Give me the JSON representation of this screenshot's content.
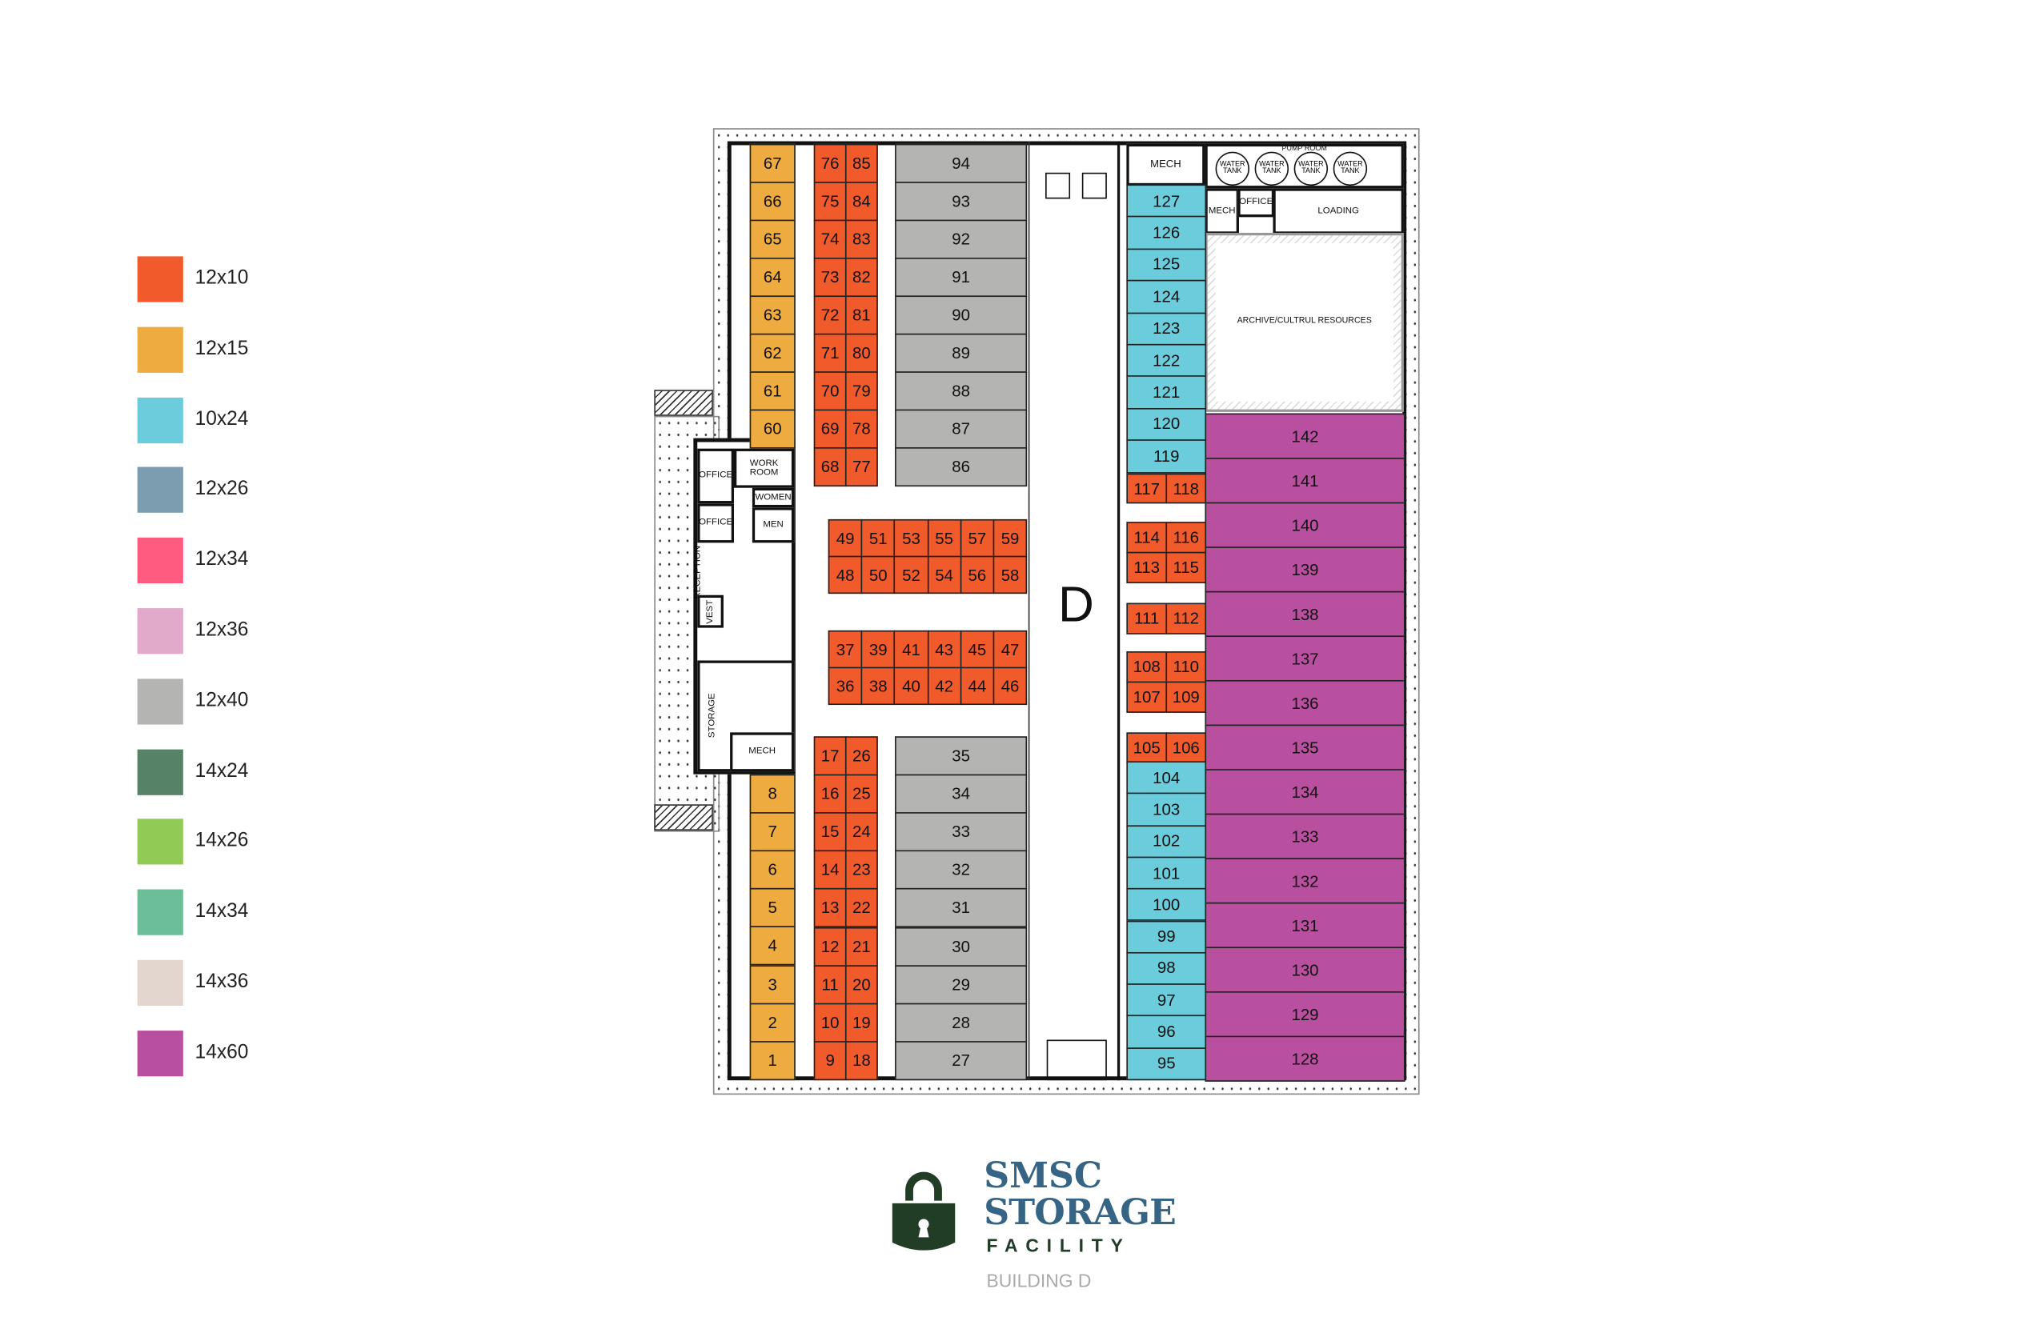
{
  "legend": [
    {
      "label": "12x10",
      "color": "#F15A2B"
    },
    {
      "label": "12x15",
      "color": "#EDAB40"
    },
    {
      "label": "10x24",
      "color": "#6BCCDC"
    },
    {
      "label": "12x26",
      "color": "#7C9CB0"
    },
    {
      "label": "12x34",
      "color": "#FF5A80"
    },
    {
      "label": "12x36",
      "color": "#E1A9CA"
    },
    {
      "label": "12x40",
      "color": "#B4B4B3"
    },
    {
      "label": "14x24",
      "color": "#568268"
    },
    {
      "label": "14x26",
      "color": "#92CA56"
    },
    {
      "label": "14x34",
      "color": "#6BBE98"
    },
    {
      "label": "14x36",
      "color": "#E3D6CF"
    },
    {
      "label": "14x60",
      "color": "#B8509F"
    }
  ],
  "blocks": {
    "o_top": {
      "size": "12x15",
      "units": [
        "67",
        "66",
        "65",
        "64",
        "63",
        "62",
        "61",
        "60"
      ]
    },
    "o_bot": {
      "size": "12x15",
      "units": [
        "8",
        "7",
        "6",
        "5",
        "4",
        "3",
        "2",
        "1"
      ]
    },
    "r_top": {
      "size": "12x10",
      "units": [
        "76",
        "85",
        "75",
        "84",
        "74",
        "83",
        "73",
        "82",
        "72",
        "81",
        "71",
        "80",
        "70",
        "79",
        "69",
        "78",
        "68",
        "77"
      ]
    },
    "g_top": {
      "size": "12x40",
      "units": [
        "94",
        "93",
        "92",
        "91",
        "90",
        "89",
        "88",
        "87",
        "86"
      ]
    },
    "m1": {
      "size": "12x10",
      "units": [
        "49",
        "51",
        "53",
        "55",
        "57",
        "59",
        "48",
        "50",
        "52",
        "54",
        "56",
        "58"
      ]
    },
    "m2": {
      "size": "12x10",
      "units": [
        "37",
        "39",
        "41",
        "43",
        "45",
        "47",
        "36",
        "38",
        "40",
        "42",
        "44",
        "46"
      ]
    },
    "r_bot": {
      "size": "12x10",
      "units": [
        "17",
        "26",
        "16",
        "25",
        "15",
        "24",
        "14",
        "23",
        "13",
        "22",
        "12",
        "21",
        "11",
        "20",
        "10",
        "19",
        "9",
        "18"
      ]
    },
    "g_bot": {
      "size": "12x40",
      "units": [
        "35",
        "34",
        "33",
        "32",
        "31",
        "30",
        "29",
        "28",
        "27"
      ]
    },
    "c_top": {
      "size": "10x24",
      "units": [
        "127",
        "126",
        "125",
        "124",
        "123",
        "122",
        "121",
        "120",
        "119"
      ]
    },
    "p1": {
      "size": "12x10",
      "units": [
        "117",
        "118"
      ]
    },
    "p2": {
      "size": "12x10",
      "units": [
        "114",
        "116",
        "113",
        "115"
      ]
    },
    "p3": {
      "size": "12x10",
      "units": [
        "111",
        "112"
      ]
    },
    "p4": {
      "size": "12x10",
      "units": [
        "108",
        "110",
        "107",
        "109"
      ]
    },
    "p5": {
      "size": "12x10",
      "units": [
        "105",
        "106"
      ]
    },
    "c_bot": {
      "size": "10x24",
      "units": [
        "104",
        "103",
        "102",
        "101",
        "100",
        "99",
        "98",
        "97",
        "96",
        "95"
      ]
    },
    "mag": {
      "size": "14x60",
      "units": [
        "142",
        "141",
        "140",
        "139",
        "138",
        "137",
        "136",
        "135",
        "134",
        "133",
        "132",
        "131",
        "130",
        "129",
        "128"
      ]
    }
  },
  "rooms": {
    "mech_top": "MECH",
    "pump_room": "PUMP ROOM",
    "water_tank": "WATER TANK",
    "mech_small": "MECH",
    "office_top": "OFFICE",
    "loading": "LOADING",
    "archive": "ARCHIVE/CULTRUL RESOURCES",
    "office1": "OFFICE",
    "office2": "OFFICE",
    "work_room": "WORK ROOM",
    "women": "WOMEN",
    "men": "MEN",
    "reception": "RECEPTION",
    "vest": "VEST",
    "storage": "STORAGE",
    "mech_office": "MECH"
  },
  "building_letter": "D",
  "logo": {
    "line1": "SMSC",
    "line2": "STORAGE",
    "line3": "FACILITY",
    "subtitle": "BUILDING D",
    "green": "#223D26",
    "blue": "#366484"
  }
}
